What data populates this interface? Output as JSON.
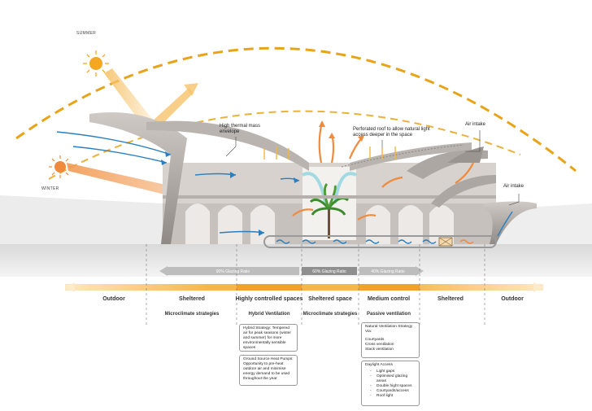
{
  "seasons": {
    "summer": "SUMMER",
    "winter": "WINTER"
  },
  "callouts": {
    "thermal_mass": "High thermal mass envelope",
    "perforated_roof": "Perforated roof to allow natural light access deeper in the space",
    "air_intake_1": "Air intake",
    "air_intake_2": "Air intake"
  },
  "glazing": {
    "left": "90% Glazing Ratio",
    "middle": "60% Glazing Ratio",
    "right": "40% Glazing Ratio"
  },
  "zones": [
    {
      "label": "Outdoor",
      "strategy": ""
    },
    {
      "label": "Sheltered",
      "strategy": "Microclimate strategies"
    },
    {
      "label": "Highly controlled spaces",
      "strategy": "Hybrid Ventilation"
    },
    {
      "label": "Sheltered space",
      "strategy": "Microclimate strategies"
    },
    {
      "label": "Medium control",
      "strategy": "Passive ventilation"
    },
    {
      "label": "Sheltered",
      "strategy": ""
    },
    {
      "label": "Outdoor",
      "strategy": ""
    }
  ],
  "boxes": {
    "hybrid": "Hybrid Strategy: Tempered air for peak seasons (winter and summer) for more environmentally sensible spaces",
    "ground_source": "Ground Source Heat Pumps: Opportunity to pre-heat outdoor air and minimise energy demand to be used throughout the year",
    "natural_vent": {
      "title": "Natural Ventilation Strategy Via:",
      "items": [
        "Courtyards",
        "Cross ventilation",
        "Stack ventilation"
      ]
    },
    "daylight": {
      "title": "Daylight Access",
      "items": [
        "Light gaps",
        "Optimised glazing areas",
        "Double hight spaces",
        "Courtyards/access",
        "Roof light"
      ]
    }
  },
  "colors": {
    "sun": "#f5a623",
    "sun_path": "#e8a317",
    "warm_air": "#f08a3c",
    "cool_air": "#2a7fc0",
    "glazing_bar": "#b3b3b3",
    "zone_highlight": "#f7b64a"
  }
}
